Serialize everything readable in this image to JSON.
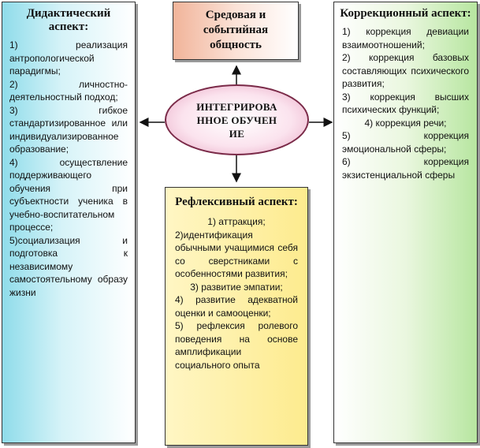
{
  "left": {
    "title": "Дидактический аспект:",
    "items": [
      "1) реализация антропологической парадигмы;",
      "2) личностно-деятельностный подход;",
      "3) гибкое стандартизированное или индивидуализированное образование;",
      "4) осуществление поддерживающего обучения при субъектности ученика в учебно-воспитательном процессе;",
      "5)социализация и подготовка к независимому самостоятельному образу жизни"
    ]
  },
  "top": {
    "title": "Средовая и событийная общность"
  },
  "center": {
    "label": "ИНТЕГРИРОВАННОЕ ОБУЧЕНИЕ"
  },
  "right": {
    "title": "Коррекционный аспект:",
    "items": [
      "1) коррекция девиации взаимоотношений;",
      "2) коррекция базовых составляющих психического развития;",
      "3) коррекция высших психических функций;",
      "4) коррекция речи;",
      "5) коррекция эмоциональной сферы;",
      "6) коррекция экзистенциальной сферы"
    ]
  },
  "bottom": {
    "title": "Рефлексивный аспект:",
    "items": [
      "1) аттракция;",
      "2)идентификация обычными учащимися себя со сверстниками с особенностями развития;",
      "3) развитие эмпатии;",
      "4) развитие адекватной оценки и самооценки;",
      "5) рефлексия ролевого поведения на основе амплификации социального опыта"
    ]
  },
  "colors": {
    "left_fill": "#8fdcea",
    "right_fill": "#b7e6a0",
    "top_fill": "#f1b49a",
    "bottom_fill": "#fdeb8e",
    "ellipse_border": "#7a2a48",
    "ellipse_fill": "#e7a6c2"
  }
}
